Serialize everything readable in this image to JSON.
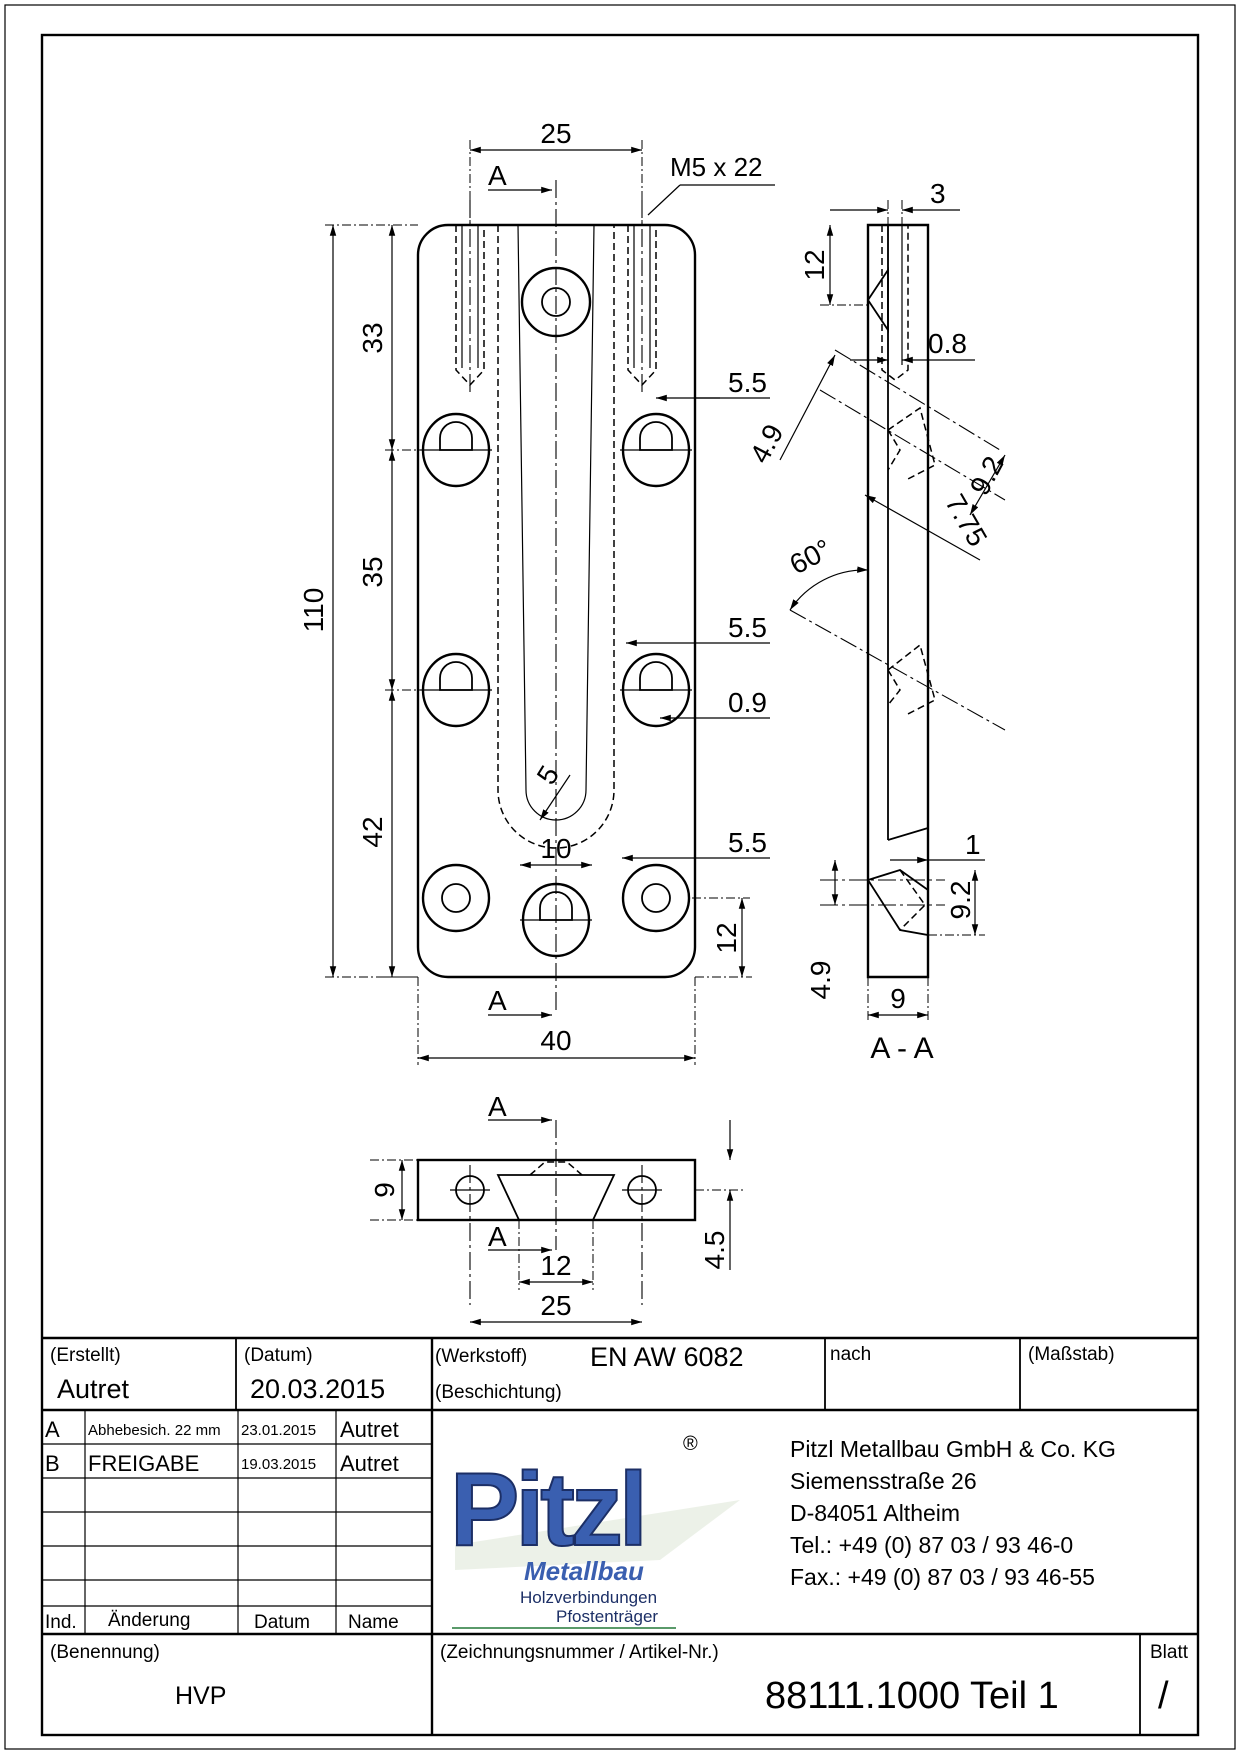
{
  "drawing": {
    "front_view": {
      "section_marker": "A",
      "dimensions": {
        "top_spacing": "25",
        "thread": "M5 x 22",
        "upper_offset": "5.5",
        "middle_offset": "5.5",
        "lower_offset": "5.5",
        "middle_gap": "0.9",
        "section_33": "33",
        "section_35": "35",
        "section_42": "42",
        "total_height": "110",
        "bottom_12": "12",
        "slot_radius": "5",
        "slot_width": "10",
        "width": "40"
      }
    },
    "section_view": {
      "title": "A - A",
      "dimensions": {
        "top_3": "3",
        "top_12": "12",
        "depth_08": "0.8",
        "chamfer_49_top": "4.9",
        "dia_92_top": "9.2",
        "dim_775": "7.75",
        "angle": "60°",
        "bottom_1": "1",
        "dia_92_bottom": "9.2",
        "chamfer_49_bottom": "4.9",
        "thickness": "9"
      }
    },
    "bottom_view": {
      "section_marker": "A",
      "dimensions": {
        "height_9": "9",
        "height_45": "4.5",
        "spacing_12": "12",
        "spacing_25": "25"
      }
    }
  },
  "title_block": {
    "created_label": "(Erstellt)",
    "created_value": "Autret",
    "date_label": "(Datum)",
    "date_value": "20.03.2015",
    "material_label": "(Werkstoff)",
    "material_value": "EN AW 6082",
    "coating_label": "(Beschichtung)",
    "nach_label": "nach",
    "scale_label": "(Maßstab)",
    "revisions": [
      {
        "ind": "A",
        "change": "Abhebesich. 22 mm",
        "date": "23.01.2015",
        "name": "Autret"
      },
      {
        "ind": "B",
        "change": "FREIGABE",
        "date": "19.03.2015",
        "name": "Autret"
      }
    ],
    "rev_headers": {
      "ind": "Ind.",
      "change": "Änderung",
      "date": "Datum",
      "name": "Name"
    },
    "logo": {
      "brand": "Pitzl",
      "registered": "®",
      "sub": "Metallbau",
      "tag1": "Holzverbindungen",
      "tag2": "Pfostenträger",
      "color": "#3a5fb0"
    },
    "company": {
      "name": "Pitzl Metallbau GmbH & Co. KG",
      "street": "Siemensstraße 26",
      "city": "D-84051 Altheim",
      "tel": "Tel.:  +49 (0) 87 03 / 93 46-0",
      "fax": "Fax.: +49 (0) 87 03 / 93 46-55"
    },
    "designation_label": "(Benennung)",
    "designation_value": "HVP",
    "drawing_no_label": "(Zeichnungsnummer / Artikel-Nr.)",
    "drawing_no_value": "88111.1000 Teil 1",
    "sheet_label": "Blatt",
    "sheet_value": "/"
  }
}
